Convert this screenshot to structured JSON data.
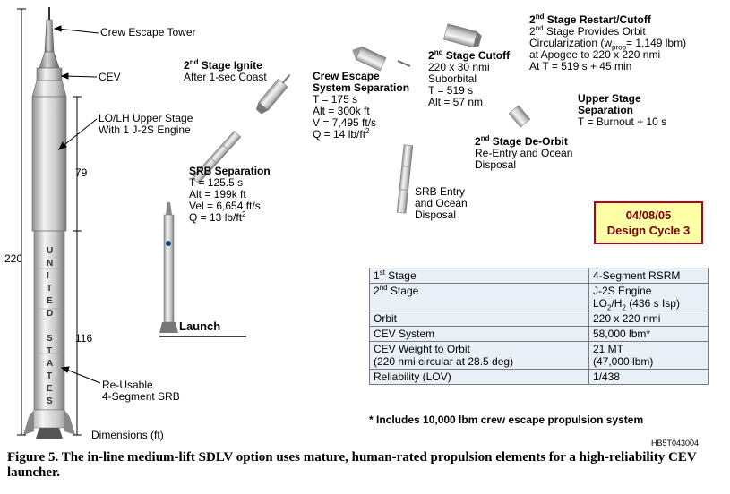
{
  "rocket_labels": {
    "crew_escape_tower": "Crew Escape Tower",
    "cev": "CEV",
    "upper_stage_l1": "LO/LH Upper Stage",
    "upper_stage_l2": "With 1 J-2S Engine",
    "srb_l1": "Re-Usable",
    "srb_l2": "4-Segment SRB",
    "dim_total": "220",
    "dim_upper": "79",
    "dim_lower": "116",
    "dimensions": "Dimensions (ft)",
    "usa_letters": [
      "U",
      "N",
      "I",
      "T",
      "E",
      "D",
      "",
      "S",
      "T",
      "A",
      "T",
      "E",
      "S"
    ]
  },
  "events": {
    "launch": "Launch",
    "srb_sep": {
      "title": "SRB Separation",
      "lines": [
        "T = 125.5 s",
        "Alt = 199k ft",
        "Vel = 6,654 ft/s",
        "Q = 13 lb/ft"
      ],
      "q_sup": "2"
    },
    "second_ignite": {
      "ord": "2",
      "ord_sup": "nd",
      "title": " Stage Ignite",
      "line2": "After 1-sec Coast"
    },
    "ces_sep": {
      "title1": "Crew Escape",
      "title2": "System Separation",
      "lines": [
        "T = 175 s",
        "Alt = 300k ft",
        "V = 7,495 ft/s",
        "Q = 14 lb/ft"
      ],
      "q_sup": "2"
    },
    "srb_entry": {
      "lines": [
        "SRB Entry",
        "and Ocean",
        "Disposal"
      ]
    },
    "second_cutoff": {
      "ord": "2",
      "ord_sup": "nd",
      "title": " Stage Cutoff",
      "lines": [
        "220 x 30 nmi",
        "Suborbital",
        "T = 519 s",
        "Alt = 57 nm"
      ]
    },
    "restart": {
      "ord": "2",
      "ord_sup": "nd",
      "title": " Stage Restart/Cutoff",
      "l1a": "2",
      "l1sup": "nd",
      "l1b": " Stage Provides Orbit",
      "l2a": "Circularization (w",
      "l2sub": "prop",
      "l2b": "= 1,149 lbm)",
      "l3": "at Apogee to 220 x 220 nmi",
      "l4": "At T = 519 s + 45 min"
    },
    "upper_sep": {
      "title1": "Upper Stage",
      "title2": "Separation",
      "line": "T = Burnout + 10 s"
    },
    "deorbit": {
      "ord": "2",
      "ord_sup": "nd",
      "title": " Stage De-Orbit",
      "lines": [
        "Re-Entry and Ocean",
        "Disposal"
      ]
    }
  },
  "badge": {
    "date": "04/08/05",
    "cycle": "Design Cycle 3"
  },
  "spec_table": {
    "r1": {
      "k_a": "1",
      "k_sup": "st",
      "k_b": " Stage",
      "v": "4-Segment RSRM"
    },
    "r2": {
      "k_a": "2",
      "k_sup": "nd",
      "k_b": " Stage",
      "v1": "J-2S Engine",
      "v2a": "LO",
      "v2s1": "2",
      "v2b": "/H",
      "v2s2": "2",
      "v2c": " (436 s Isp)"
    },
    "r3": {
      "k": "Orbit",
      "v": "220 x 220 nmi"
    },
    "r4": {
      "k": "CEV System",
      "v": "58,000 lbm*"
    },
    "r5": {
      "k1": "CEV Weight to Orbit",
      "k2": "(220 nmi circular at 28.5 deg)",
      "v1": "21 MT",
      "v2": "(47,000 lbm)"
    },
    "r6": {
      "k": "Reliability (LOV)",
      "v": "1/438"
    }
  },
  "footnote": "* Includes 10,000 lbm crew escape propulsion system",
  "doc_code": "HB5T043004",
  "caption": "Figure 5. The in-line medium-lift SDLV option uses mature, human-rated propulsion elements for a high-reliability CEV launcher."
}
